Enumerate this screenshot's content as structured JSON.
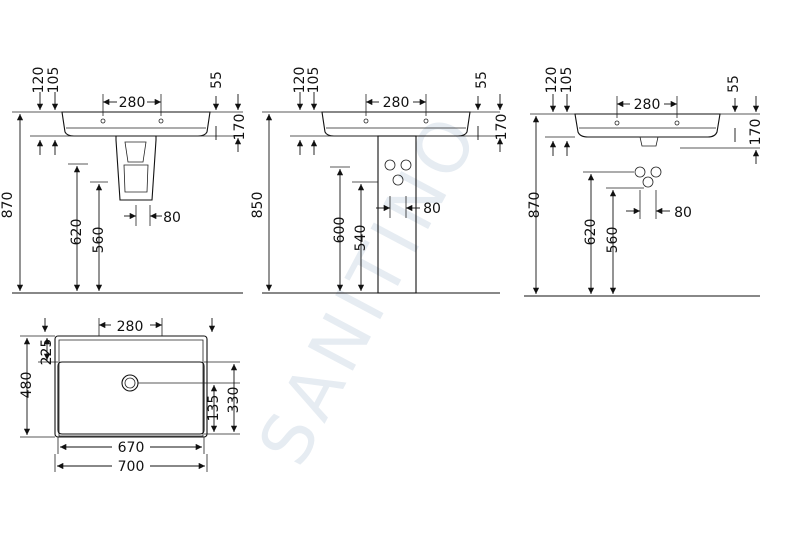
{
  "watermark": "SANITINO",
  "colors": {
    "line": "#111111",
    "watermark": "#e6ecf2",
    "background": "#ffffff"
  },
  "views": {
    "wall_hung_front": {
      "total_height": "870",
      "top_rim_a": "120",
      "top_rim_b": "105",
      "tap_spacing": "280",
      "rim_offset": "55",
      "basin_height": "170",
      "waste_height": "620",
      "siphon_height": "560",
      "siphon_width": "80"
    },
    "pedestal_front": {
      "total_height": "850",
      "top_rim_a": "120",
      "top_rim_b": "105",
      "tap_spacing": "280",
      "rim_offset": "55",
      "basin_height": "170",
      "waste_height": "600",
      "siphon_height": "540",
      "siphon_width": "80"
    },
    "countertop_front": {
      "total_height": "870",
      "top_rim_a": "120",
      "top_rim_b": "105",
      "tap_spacing": "280",
      "rim_offset": "55",
      "basin_height": "170",
      "waste_height": "620",
      "siphon_height": "560",
      "siphon_width": "80"
    },
    "plan_top": {
      "tap_spacing": "280",
      "depth_total": "480",
      "depth_deck": "225",
      "drain_offset": "135",
      "bowl_depth": "330",
      "inner_width": "670",
      "outer_width": "700"
    }
  }
}
